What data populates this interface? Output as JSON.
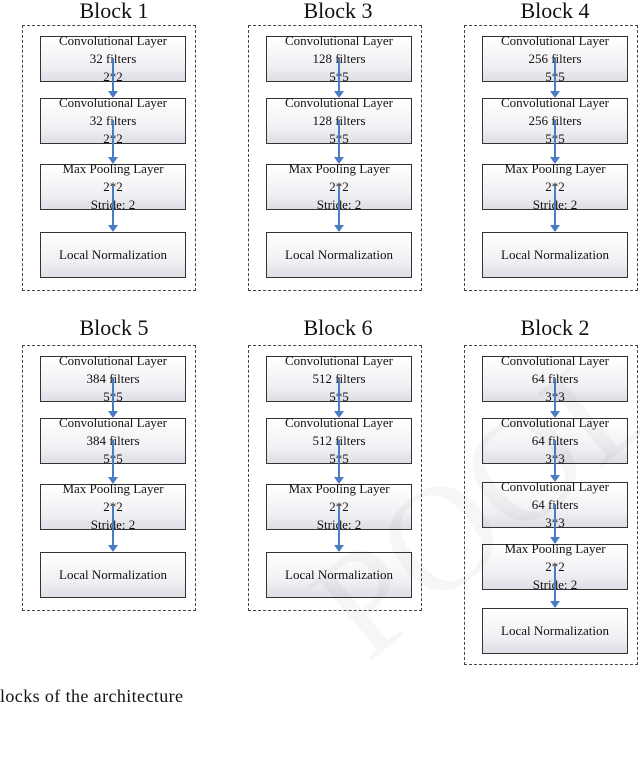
{
  "blocks": [
    {
      "title": "Block 1",
      "layers": [
        [
          "Convolutional Layer",
          "32 filters",
          "2*2"
        ],
        [
          "Convolutional Layer",
          "32 filters",
          "2*2"
        ],
        [
          "Max Pooling Layer",
          "2*2",
          "Stride: 2"
        ],
        [
          "Local Normalization"
        ]
      ]
    },
    {
      "title": "Block 3",
      "layers": [
        [
          "Convolutional Layer",
          "128 filters",
          "5*5"
        ],
        [
          "Convolutional Layer",
          "128 filters",
          "5*5"
        ],
        [
          "Max Pooling Layer",
          "2*2",
          "Stride: 2"
        ],
        [
          "Local Normalization"
        ]
      ]
    },
    {
      "title": "Block 4",
      "layers": [
        [
          "Convolutional Layer",
          "256 filters",
          "5*5"
        ],
        [
          "Convolutional Layer",
          "256 filters",
          "5*5"
        ],
        [
          "Max Pooling Layer",
          "2*2",
          "Stride: 2"
        ],
        [
          "Local Normalization"
        ]
      ]
    },
    {
      "title": "Block 5",
      "layers": [
        [
          "Convolutional Layer",
          "384 filters",
          "5*5"
        ],
        [
          "Convolutional Layer",
          "384 filters",
          "5*5"
        ],
        [
          "Max Pooling Layer",
          "2*2",
          "Stride: 2"
        ],
        [
          "Local Normalization"
        ]
      ]
    },
    {
      "title": "Block 6",
      "layers": [
        [
          "Convolutional Layer",
          "512 filters",
          "5*5"
        ],
        [
          "Convolutional Layer",
          "512 filters",
          "5*5"
        ],
        [
          "Max Pooling Layer",
          "2*2",
          "Stride: 2"
        ],
        [
          "Local Normalization"
        ]
      ]
    },
    {
      "title": "Block 2",
      "layers": [
        [
          "Convolutional Layer",
          "64 filters",
          "3*3"
        ],
        [
          "Convolutional Layer",
          "64 filters",
          "3*3"
        ],
        [
          "Convolutional Layer",
          "64 filters",
          "3*3"
        ],
        [
          "Max Pooling Layer",
          "2*2",
          "Stride: 2"
        ],
        [
          "Local Normalization"
        ]
      ]
    }
  ],
  "caption": "locks of the architecture",
  "colors": {
    "arrow": "#4a7cc6",
    "frame": "#444444"
  }
}
